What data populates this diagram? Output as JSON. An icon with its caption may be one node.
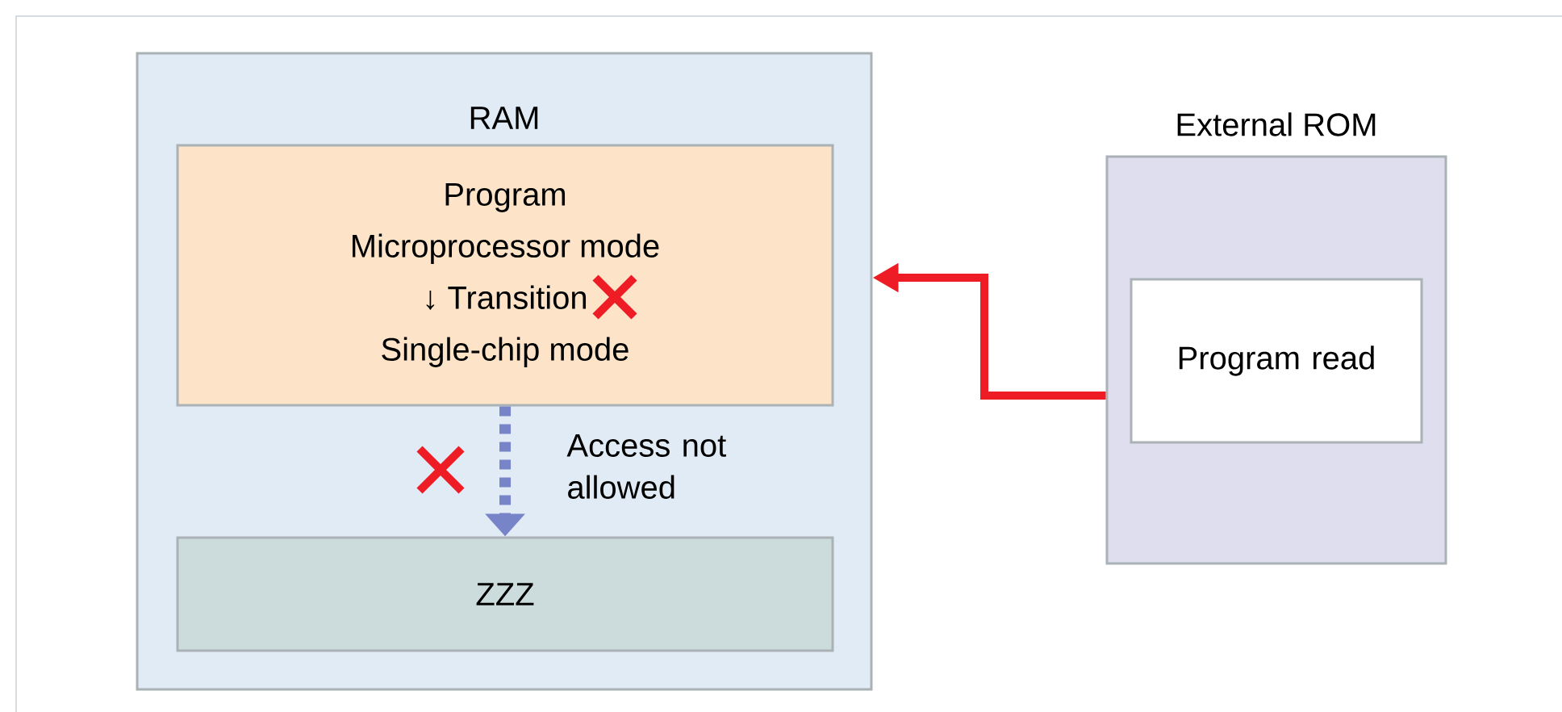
{
  "diagram": {
    "nodes": [
      {
        "text": [
          "RAM"
        ]
      },
      {
        "text": [
          "Program",
          "Microprocessor mode",
          "↓ Transition",
          "Single-chip mode"
        ],
        "in": 0
      },
      {
        "text": [
          "ZZZ"
        ],
        "in": 0
      },
      {
        "text": [
          "External ROM"
        ]
      },
      {
        "text": [
          "Program read"
        ],
        "in": 3
      }
    ],
    "edges": [
      {
        "from": 3,
        "to": 0,
        "arrow": "to",
        "color": "#ee1c25"
      },
      {
        "from": 1,
        "to": 2,
        "arrow": "to",
        "style": "dashed",
        "color": "#7884c8",
        "label": "Access not allowed"
      }
    ]
  }
}
